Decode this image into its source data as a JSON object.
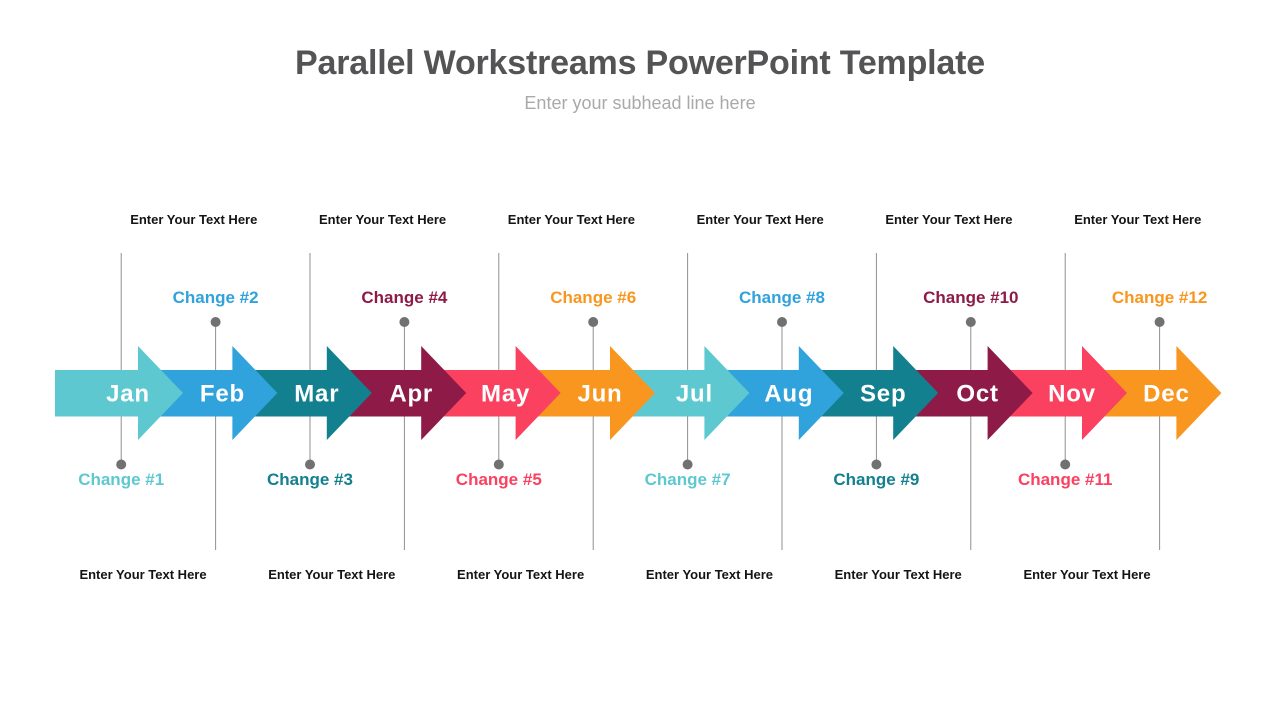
{
  "header": {
    "title": "Parallel Workstreams PowerPoint Template",
    "subtitle": "Enter your subhead line here"
  },
  "timeline": {
    "months": [
      {
        "label": "Jan",
        "color": "#5EC8D1"
      },
      {
        "label": "Feb",
        "color": "#30A2DC"
      },
      {
        "label": "Mar",
        "color": "#12808F"
      },
      {
        "label": "Apr",
        "color": "#8E1B47"
      },
      {
        "label": "May",
        "color": "#FA4160"
      },
      {
        "label": "Jun",
        "color": "#F8961F"
      },
      {
        "label": "Jul",
        "color": "#5EC8D1"
      },
      {
        "label": "Aug",
        "color": "#30A2DC"
      },
      {
        "label": "Sep",
        "color": "#12808F"
      },
      {
        "label": "Oct",
        "color": "#8E1B47"
      },
      {
        "label": "Nov",
        "color": "#FA4160"
      },
      {
        "label": "Dec",
        "color": "#F8961F"
      }
    ],
    "changes": [
      {
        "label": "Change #1",
        "color": "#5EC8D1",
        "side": "below"
      },
      {
        "label": "Change #2",
        "color": "#30A2DC",
        "side": "above"
      },
      {
        "label": "Change #3",
        "color": "#12808F",
        "side": "below"
      },
      {
        "label": "Change #4",
        "color": "#8E1B47",
        "side": "above"
      },
      {
        "label": "Change #5",
        "color": "#FA4160",
        "side": "below"
      },
      {
        "label": "Change #6",
        "color": "#F8961F",
        "side": "above"
      },
      {
        "label": "Change #7",
        "color": "#5EC8D1",
        "side": "below"
      },
      {
        "label": "Change #8",
        "color": "#30A2DC",
        "side": "above"
      },
      {
        "label": "Change #9",
        "color": "#12808F",
        "side": "below"
      },
      {
        "label": "Change #10",
        "color": "#8E1B47",
        "side": "above"
      },
      {
        "label": "Change #11",
        "color": "#FA4160",
        "side": "below"
      },
      {
        "label": "Change #12",
        "color": "#F8961F",
        "side": "above"
      }
    ],
    "top_labels": [
      "Enter Your Text Here",
      "Enter Your Text Here",
      "Enter Your Text Here",
      "Enter Your Text Here",
      "Enter Your Text Here",
      "Enter Your Text Here"
    ],
    "bottom_labels": [
      "Enter Your Text Here",
      "Enter Your Text Here",
      "Enter Your Text Here",
      "Enter Your Text Here",
      "Enter Your Text Here",
      "Enter Your Text Here"
    ],
    "connector": {
      "line_color": "#8F8F8F",
      "dot_color": "#717171"
    }
  }
}
